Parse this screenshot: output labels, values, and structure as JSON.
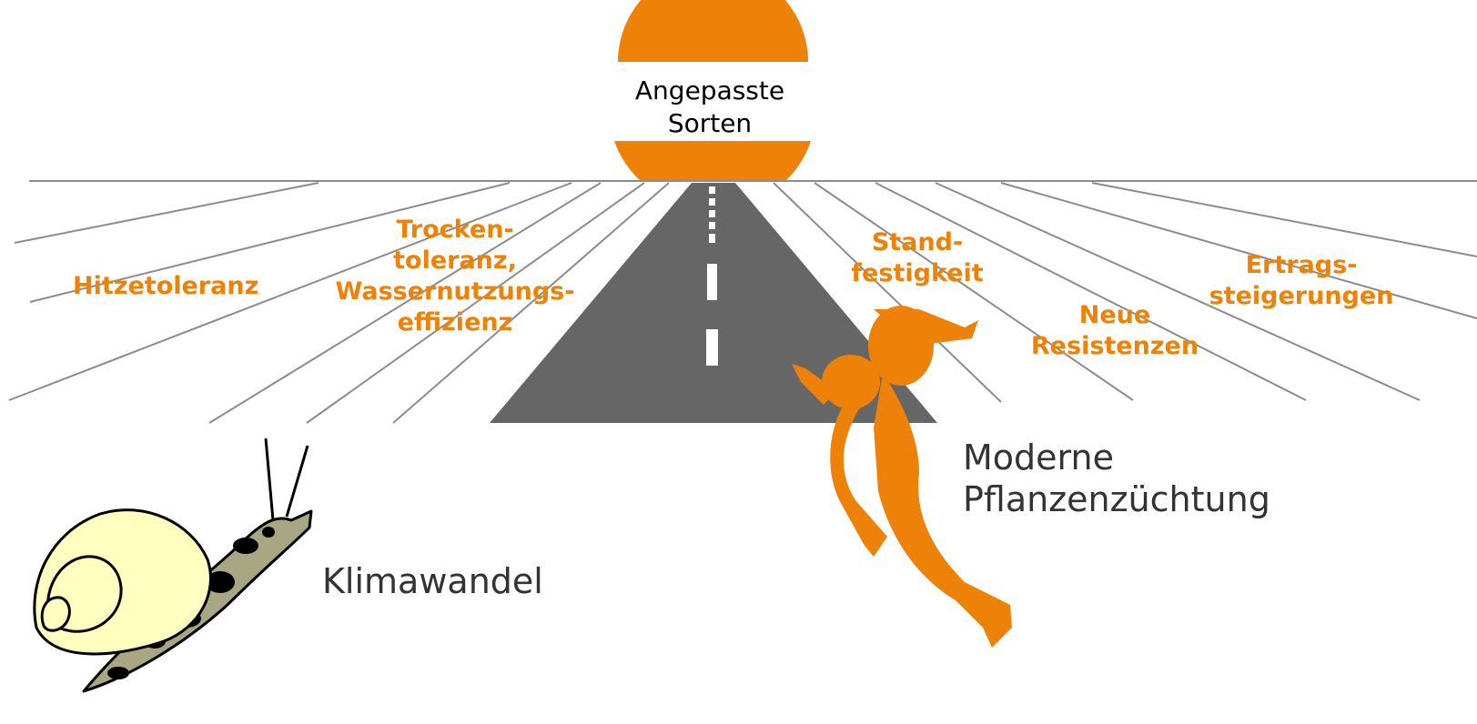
{
  "goal": {
    "line1": "Angepasste",
    "line2": "Sorten"
  },
  "traits": {
    "hitzetoleranz": "Hitzetoleranz",
    "trocken": [
      "Trocken-",
      "toleranz,",
      "Wassernutzungs-",
      "effizienz"
    ],
    "stand": [
      "Stand-",
      "festigkeit"
    ],
    "resistenzen": [
      "Neue",
      "Resistenzen"
    ],
    "ertrag": [
      "Ertrags-",
      "steigerungen"
    ]
  },
  "slow_actor": {
    "label": "Klimawandel",
    "icon": "snail-icon"
  },
  "fast_actor": {
    "line1": "Moderne",
    "line2": "Pflanzenzüchtung",
    "icon": "runner-icon"
  },
  "colors": {
    "accent": "#EE8208",
    "road": "#666666",
    "rays": "#8C8C8C",
    "snail_shell": "#FFFFC0",
    "snail_body": "#A8A683"
  }
}
